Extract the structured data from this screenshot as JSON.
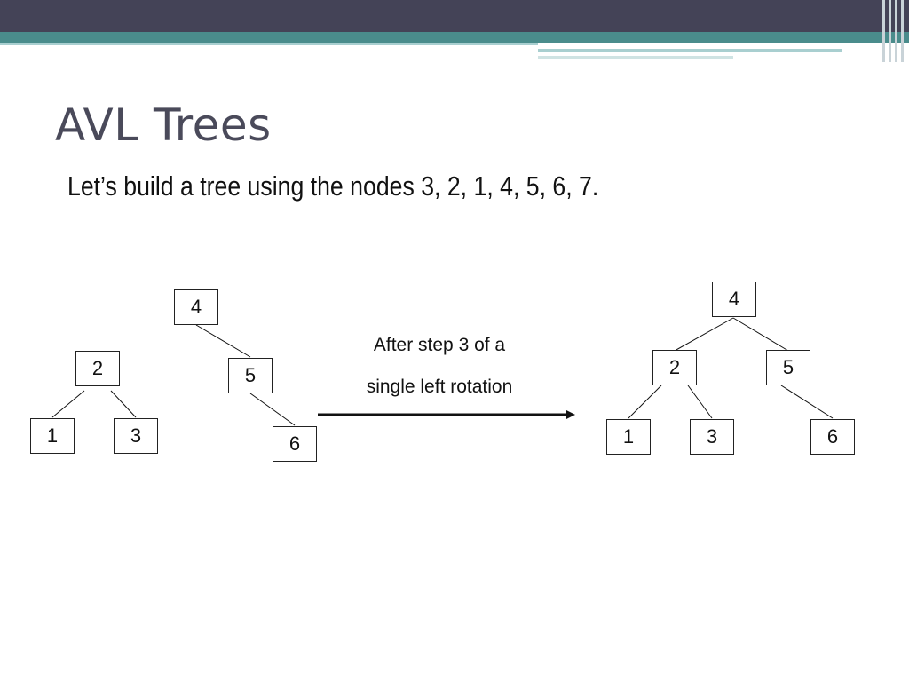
{
  "slide": {
    "title": "AVL Trees",
    "subtitle": "Let’s build a tree using the nodes 3, 2, 1, 4, 5, 6, 7."
  },
  "left_tree": {
    "root": "2",
    "left": "1",
    "right": "3"
  },
  "middle_tree": {
    "root": "4",
    "mid": "5",
    "leaf": "6"
  },
  "caption": {
    "line1": "After step 3 of a",
    "line2": "single left rotation"
  },
  "result_tree": {
    "root": "4",
    "left": "2",
    "right": "5",
    "left_left": "1",
    "left_right": "3",
    "right_right": "6"
  },
  "colors": {
    "header": "#444357",
    "teal": "#4a8c8c",
    "title_text": "#4a4a5a"
  }
}
